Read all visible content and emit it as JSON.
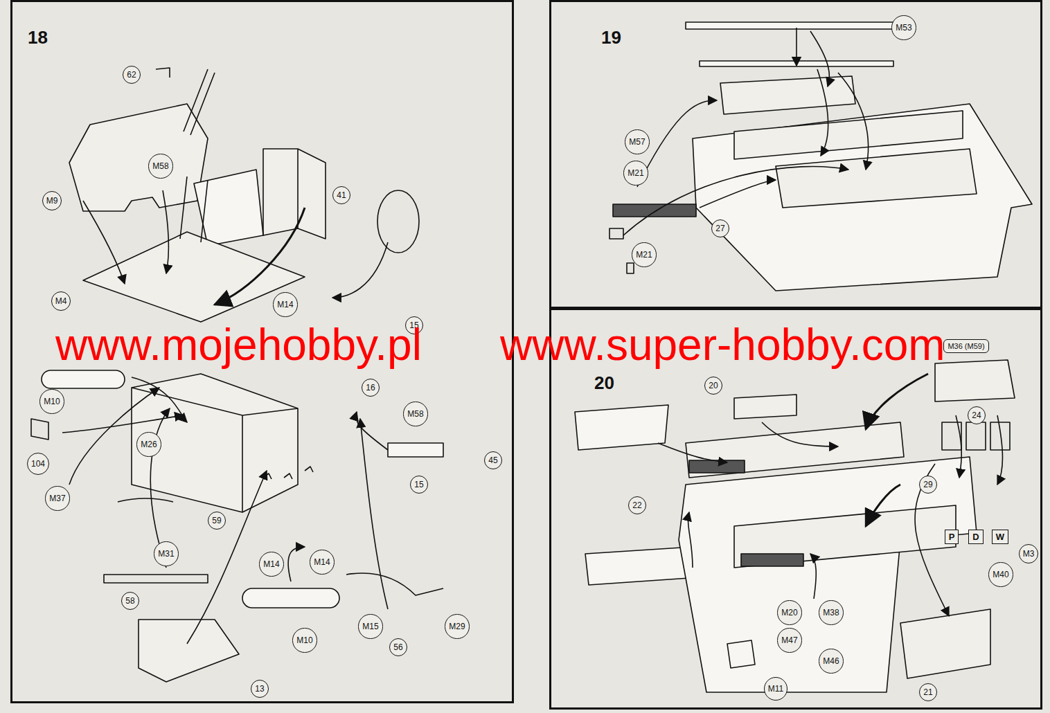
{
  "diagram": {
    "nodes": [
      {
        "text": [
          "18"
        ]
      },
      {
        "text": [
          "19"
        ]
      },
      {
        "text": [
          "20"
        ]
      }
    ],
    "labels": [
      "62",
      "M9",
      "M58",
      "41",
      "M4",
      "M14",
      "15",
      "16",
      "M10",
      "M58",
      "104",
      "M26",
      "M37",
      "45",
      "59",
      "15",
      "58",
      "M31",
      "M14",
      "M14",
      "M15",
      "56",
      "M29",
      "M10",
      "13",
      "M53",
      "M57",
      "M21",
      "27",
      "M21",
      "20",
      "M36 (M59)",
      "24",
      "22",
      "29",
      "P",
      "D",
      "W",
      "M3",
      "M40",
      "M20",
      "M38",
      "M47",
      "M46",
      "21",
      "M11",
      "www.mojehobby.pl",
      "www.super-hobby.com"
    ]
  }
}
